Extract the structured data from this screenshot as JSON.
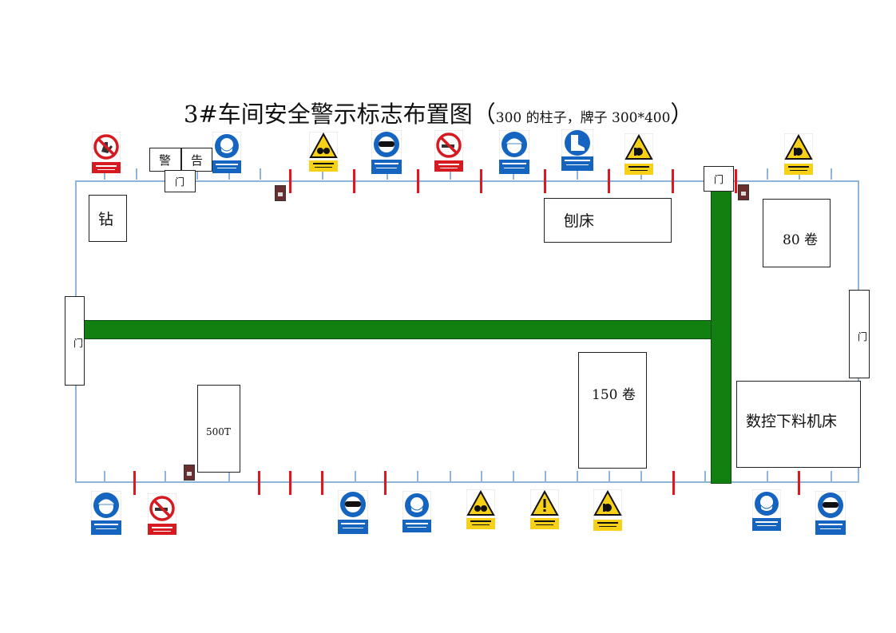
{
  "title": {
    "main": "3#车间安全警示标志布置图",
    "open": "（",
    "note": "300 的柱子，牌子 300*400",
    "close": "）"
  },
  "doors": {
    "label": "门"
  },
  "warning_text": {
    "char1": "警",
    "char2": "告"
  },
  "equipment": {
    "drill": "钻",
    "planer": "刨床",
    "coil_80": "80 卷",
    "coil_150": "150 卷",
    "press_500t": "500T",
    "cnc": "数控下料机床"
  },
  "colors": {
    "wall": "#8fb4d9",
    "column": "#e8141c",
    "walkway": "#118011",
    "mandatory_blue": "#1565c0",
    "prohibit_red": "#d71920",
    "warning_yellow": "#f7d117"
  },
  "signs": {
    "top": [
      "prohibit-hand-icon",
      "mask-icon",
      "crush-hazard-icon",
      "goggles-icon",
      "no-smoking-icon",
      "helmet-icon",
      "safety-boots-icon",
      "entanglement-hazard-icon",
      "entanglement-hazard-icon"
    ],
    "bottom": [
      "helmet-icon",
      "no-smoking-icon",
      "goggles-icon",
      "mask-icon",
      "crush-hazard-icon",
      "caution-icon",
      "entanglement-hazard-icon",
      "mask-icon",
      "goggles-icon"
    ]
  }
}
